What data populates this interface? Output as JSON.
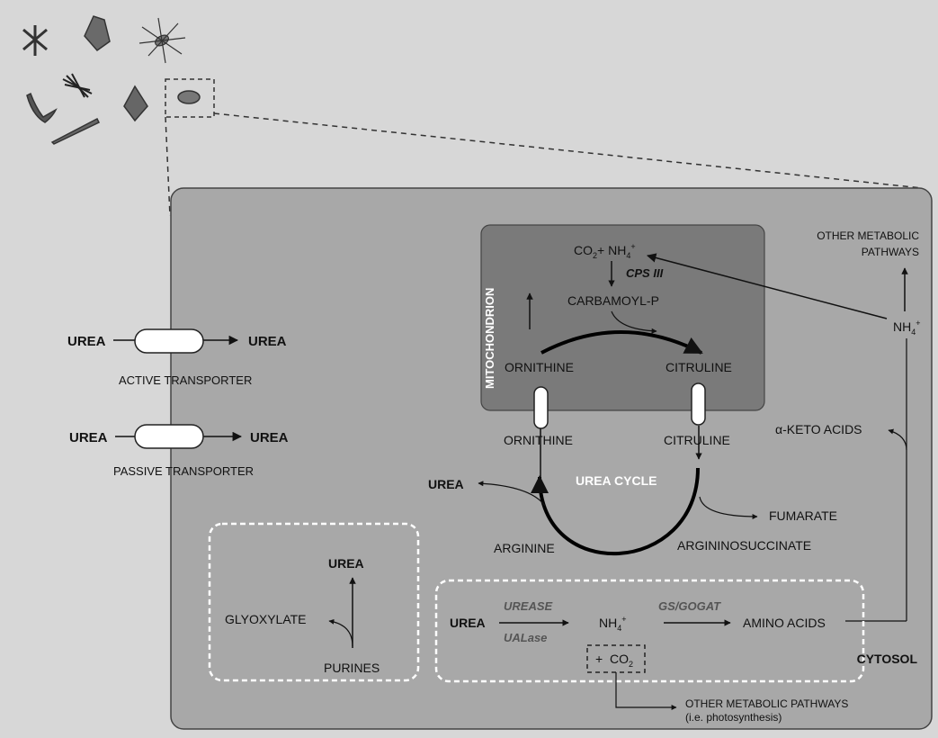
{
  "compartments": {
    "mitochondrion": "MITOCHONDRION",
    "cytosol": "CYTOSOL"
  },
  "transport": {
    "active": {
      "in": "UREA",
      "out": "UREA",
      "label": "ACTIVE TRANSPORTER"
    },
    "passive": {
      "in": "UREA",
      "out": "UREA",
      "label": "PASSIVE TRANSPORTER"
    }
  },
  "mito": {
    "co2": "CO",
    "co2_sub": "2",
    "plus": "+ NH",
    "nh4_sub": "4",
    "nh4_sup": "+",
    "enzyme": "CPS III",
    "carbamoyl": "CARBAMOYL-P",
    "ornithine": "ORNITHINE",
    "citruline": "CITRULINE"
  },
  "cycle": {
    "title": "UREA CYCLE",
    "ornithine": "ORNITHINE",
    "citruline": "CITRULINE",
    "urea_out": "UREA",
    "arginine": "ARGININE",
    "argininosuccinate": "ARGININOSUCCINATE",
    "fumarate": "FUMARATE"
  },
  "right": {
    "other_pathways_1": "OTHER METABOLIC",
    "other_pathways_2": "PATHWAYS",
    "nh4": "NH",
    "nh4_sub": "4",
    "nh4_sup": "+",
    "keto_acids": "α-KETO ACIDS"
  },
  "purine": {
    "urea": "UREA",
    "glyoxylate": "GLYOXYLATE",
    "purines": "PURINES"
  },
  "urease": {
    "urea": "UREA",
    "enzyme1": "UREASE",
    "enzyme2": "UALase",
    "nh4": "NH",
    "nh4_sub": "4",
    "nh4_sup": "+",
    "co2_prefix": "+  CO",
    "co2_sub": "2",
    "gs": "GS/GOGAT",
    "amino": "AMINO ACIDS",
    "other1": "OTHER METABOLIC PATHWAYS",
    "other2": "(i.e. photosynthesis)"
  }
}
